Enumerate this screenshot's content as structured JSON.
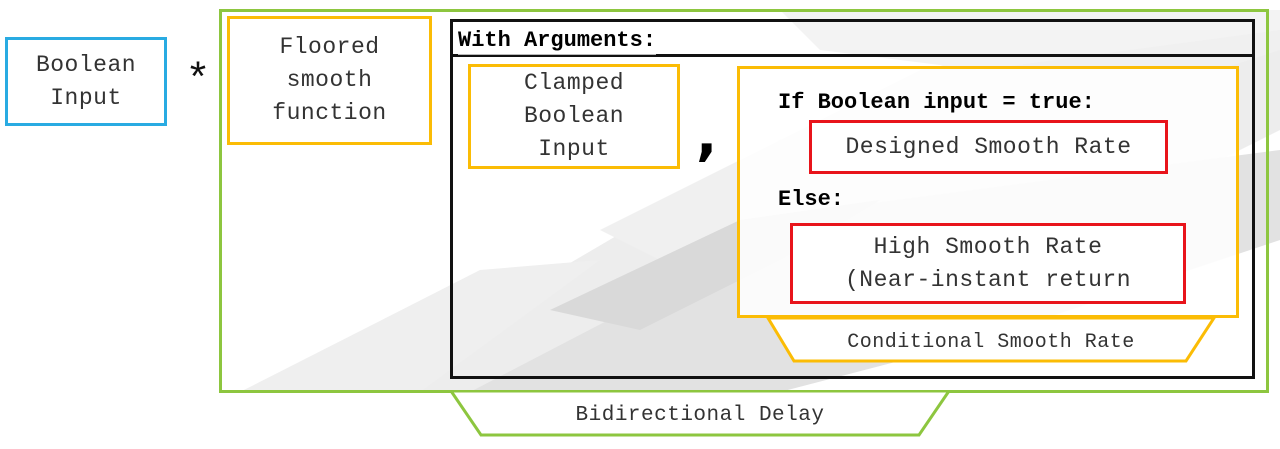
{
  "diagram": {
    "boolean_input": [
      "Boolean",
      "Input"
    ],
    "operator": "*",
    "floored_smooth_function": [
      "Floored",
      "smooth",
      "function"
    ],
    "with_arguments": "With Arguments:",
    "clamped_boolean_input": [
      "Clamped",
      "Boolean",
      "Input"
    ],
    "comma": ",",
    "if_clause": "If Boolean input = true:",
    "designed_rate": "Designed Smooth Rate",
    "else_clause": "Else:",
    "high_rate": [
      "High Smooth Rate",
      "(Near-instant return"
    ],
    "conditional_label": "Conditional Smooth Rate",
    "bidirectional_label": "Bidirectional Delay"
  },
  "colors": {
    "input_border": "#29abe2",
    "outer_border": "#8dc63f",
    "function_border": "#fbbc05",
    "arguments_border": "#111111",
    "rate_border": "#e8141b"
  }
}
